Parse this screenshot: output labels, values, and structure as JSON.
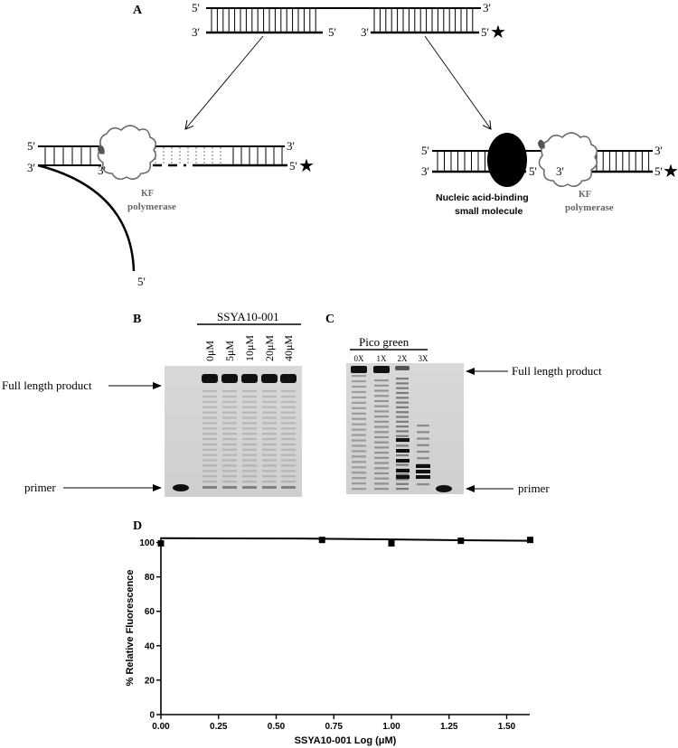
{
  "panel_labels": {
    "a": "A",
    "b": "B",
    "c": "C",
    "d": "D"
  },
  "panel_a": {
    "top": {
      "left_top": "5'",
      "right_top": "3'",
      "left_bottom": "3'",
      "mid_left": "5'",
      "mid_right": "3'",
      "right_bottom": "5'"
    },
    "left_diagram": {
      "top_5": "5'",
      "top_3": "3'",
      "bot_3": "3'",
      "inner_3": "3'",
      "right_5": "5'",
      "tail_5": "5'",
      "enzyme_line1": "KF",
      "enzyme_line2": "polymerase"
    },
    "right_diagram": {
      "top_5": "5'",
      "top_3": "3'",
      "bot_3": "3'",
      "inner_5": "5'",
      "inner_3": "3'",
      "right_5": "5'",
      "molecule_line1": "Nucleic acid-binding",
      "molecule_line2": "small molecule",
      "enzyme_line1": "KF",
      "enzyme_line2": "polymerase"
    }
  },
  "panel_b": {
    "title": "SSYA10-001",
    "lanes": [
      "0μM",
      "5μM",
      "10μM",
      "20μM",
      "40μM"
    ],
    "full_length_label": "Full length product",
    "primer_label": "primer"
  },
  "panel_c": {
    "title": "Pico green",
    "lanes": [
      "0X",
      "1X",
      "2X",
      "3X"
    ],
    "full_length_label": "Full length product",
    "primer_label": "primer"
  },
  "chart_data": {
    "type": "scatter",
    "title": "",
    "xlabel": "SSYA10-001 Log (μM)",
    "ylabel": "% Relative Fluorescence",
    "xlim": [
      0,
      1.6
    ],
    "ylim": [
      0,
      105
    ],
    "x_ticks": [
      "0.00",
      "0.25",
      "0.50",
      "0.75",
      "1.00",
      "1.25",
      "1.50"
    ],
    "y_ticks": [
      "0",
      "20",
      "40",
      "60",
      "80",
      "100"
    ],
    "series": [
      {
        "x": [
          0.0,
          0.699,
          1.0,
          1.301,
          1.602
        ],
        "y": [
          99.5,
          101.5,
          99.5,
          101.0,
          101.5
        ]
      }
    ],
    "fit_line": {
      "x": [
        0.0,
        0.6,
        1.0,
        1.3,
        1.602
      ],
      "y": [
        102.5,
        102.3,
        101.8,
        101.3,
        101.0
      ]
    }
  }
}
